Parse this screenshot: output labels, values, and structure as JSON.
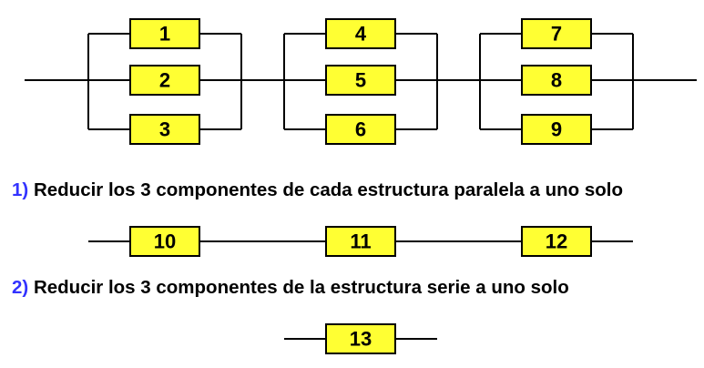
{
  "parallel_stage": {
    "groups": [
      {
        "components": [
          "1",
          "2",
          "3"
        ]
      },
      {
        "components": [
          "4",
          "5",
          "6"
        ]
      },
      {
        "components": [
          "7",
          "8",
          "9"
        ]
      }
    ]
  },
  "step1": {
    "number": "1)",
    "text": "Reducir los 3 componentes de cada estructura paralela a uno solo"
  },
  "series_stage": {
    "components": [
      "10",
      "11",
      "12"
    ]
  },
  "step2": {
    "number": "2)",
    "text": "Reducir los 3 componentes de la estructura serie a uno solo"
  },
  "final_stage": {
    "components": [
      "13"
    ]
  },
  "colors": {
    "component_fill": "#ffff33",
    "step_number": "#3333ff"
  }
}
